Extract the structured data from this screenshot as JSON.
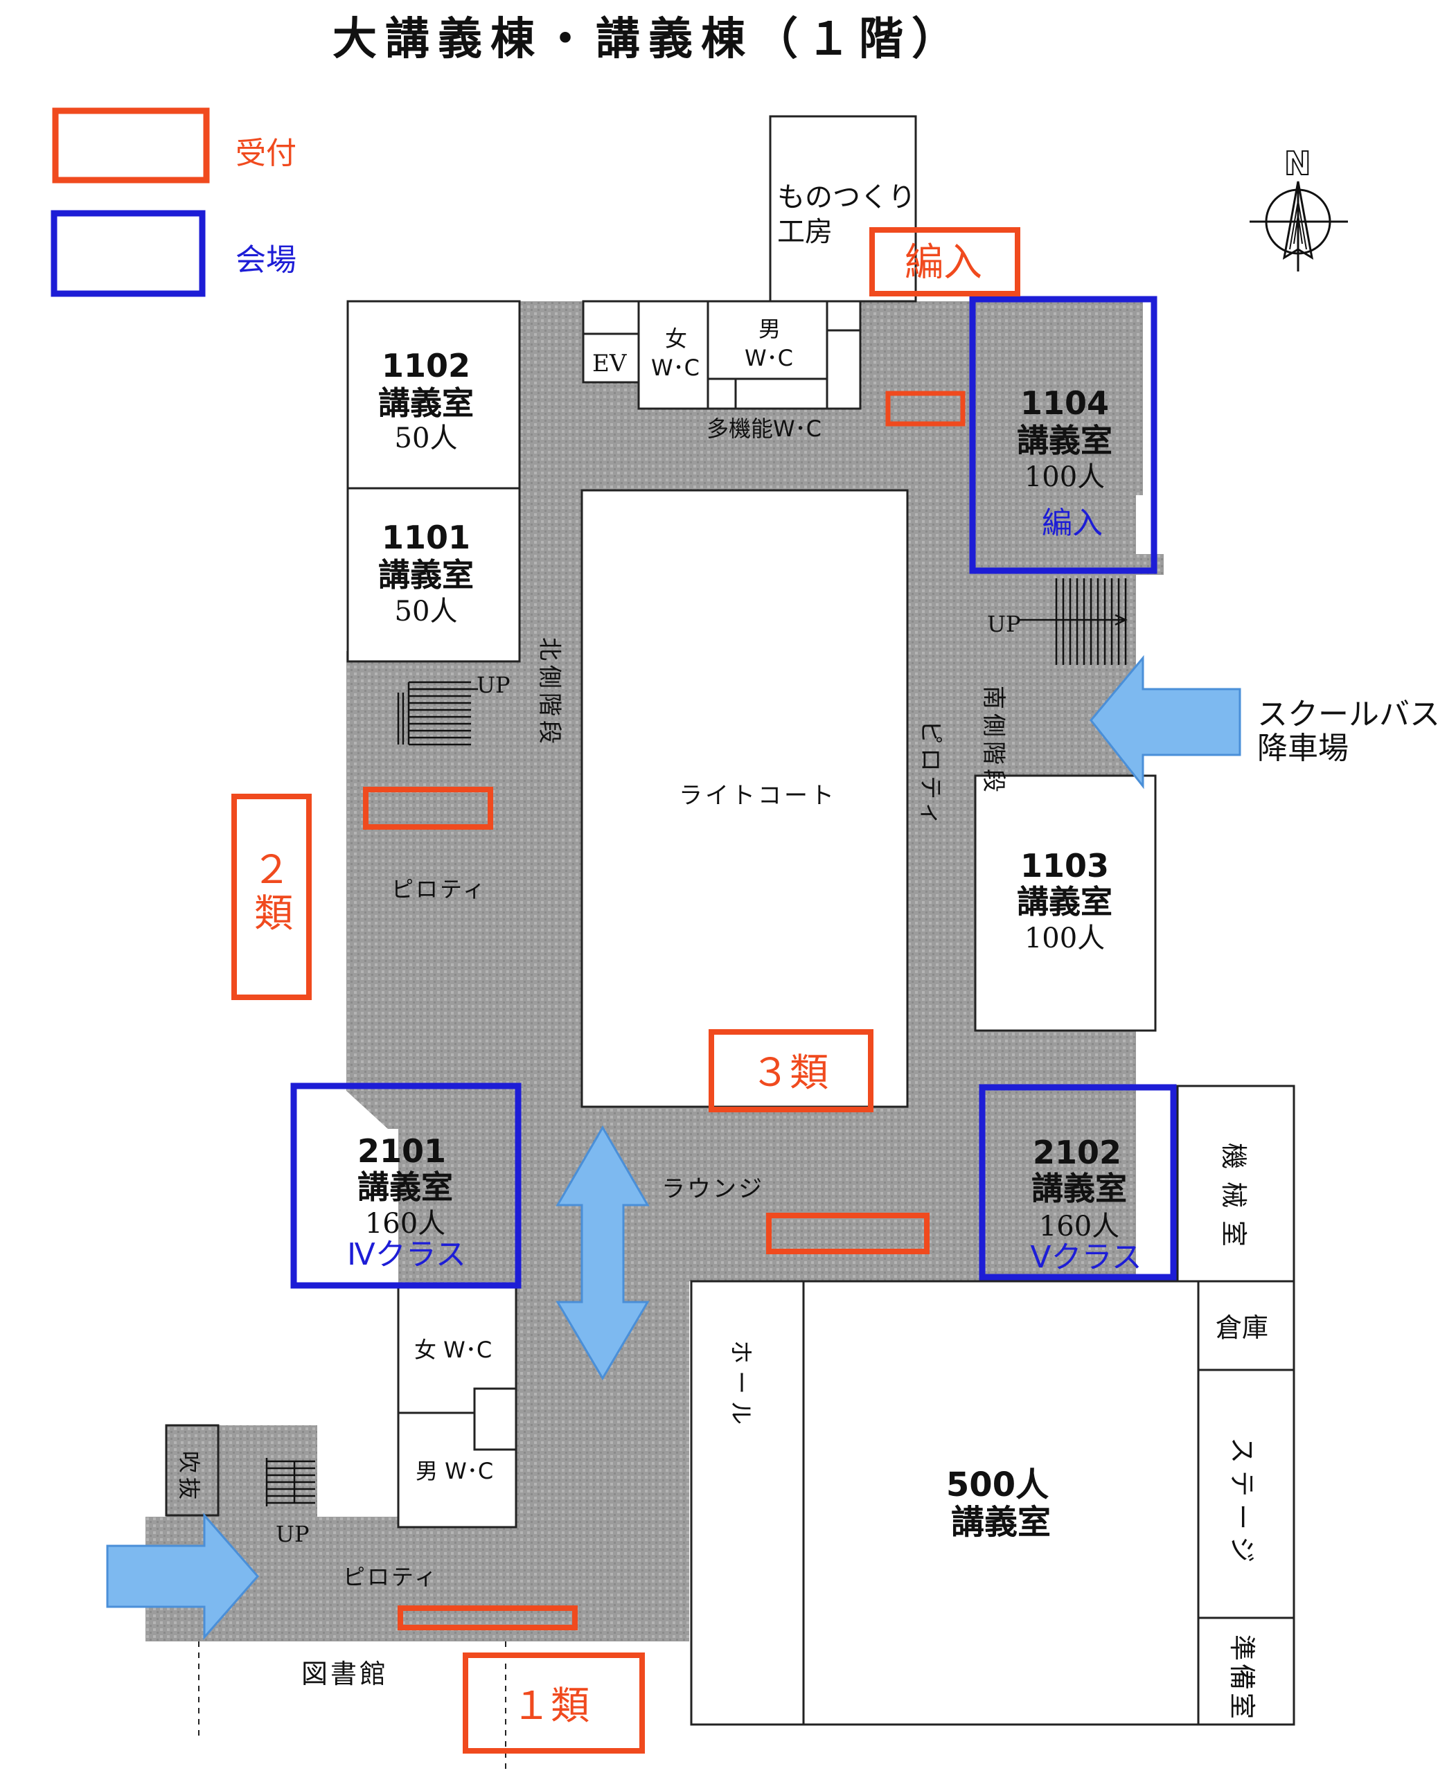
{
  "title": "大講義棟・講義棟（１階）",
  "legend": {
    "reception": "受付",
    "venue": "会場",
    "reception_color": "#f04a1e",
    "venue_color": "#1d1dd6"
  },
  "compass": {
    "label": "N",
    "icon": "north-arrow-icon"
  },
  "colors": {
    "corridor": "#9a9a9a",
    "room": "#ffffff",
    "line": "#222222",
    "arrow_fill": "#7db9f0",
    "arrow_stroke": "#4a8fd8"
  },
  "rooms": {
    "r1102": {
      "num": "1102",
      "name": "講義室",
      "cap": "50人"
    },
    "r1101": {
      "num": "1101",
      "name": "講義室",
      "cap": "50人"
    },
    "r1104": {
      "num": "1104",
      "name": "講義室",
      "cap": "100人",
      "tag": "編入"
    },
    "r1103": {
      "num": "1103",
      "name": "講義室",
      "cap": "100人"
    },
    "r2101": {
      "num": "2101",
      "name": "講義室",
      "cap": "160人",
      "tag": "Ⅳクラス"
    },
    "r2102": {
      "num": "2102",
      "name": "講義室",
      "cap": "160人",
      "tag": "Ⅴクラス"
    },
    "r500": {
      "cap": "500人",
      "name": "講義室"
    }
  },
  "labels": {
    "monozukuri_1": "ものつくり",
    "monozukuri_2": "工房",
    "ev": "EV",
    "wc_f_top": "女",
    "wc_f_bottom": "W･C",
    "wc_m_top": "男",
    "wc_m_bottom": "W･C",
    "multi_wc": "多機能W･C",
    "light_court": "ライトコート",
    "north_stairs": "北側階段",
    "south_stairs": "南側階段",
    "piloti": "ピロティ",
    "piloti_west": "ピロティ",
    "piloti_south": "ピロティ",
    "lounge": "ラウンジ",
    "hall": "ホール",
    "machine_room": "機械室",
    "storage": "倉庫",
    "stage": "ステージ",
    "prep_room": "準備室",
    "wc_f2": "女 W･C",
    "wc_m2": "男 W･C",
    "fukinuke": "吹抜",
    "library": "図書館",
    "up": "UP",
    "bus_1": "スクールバス",
    "bus_2": "降車場"
  },
  "reception_tags": {
    "hennyu": "編入",
    "class2": "２類",
    "class3": "３類",
    "class1": "１類"
  }
}
